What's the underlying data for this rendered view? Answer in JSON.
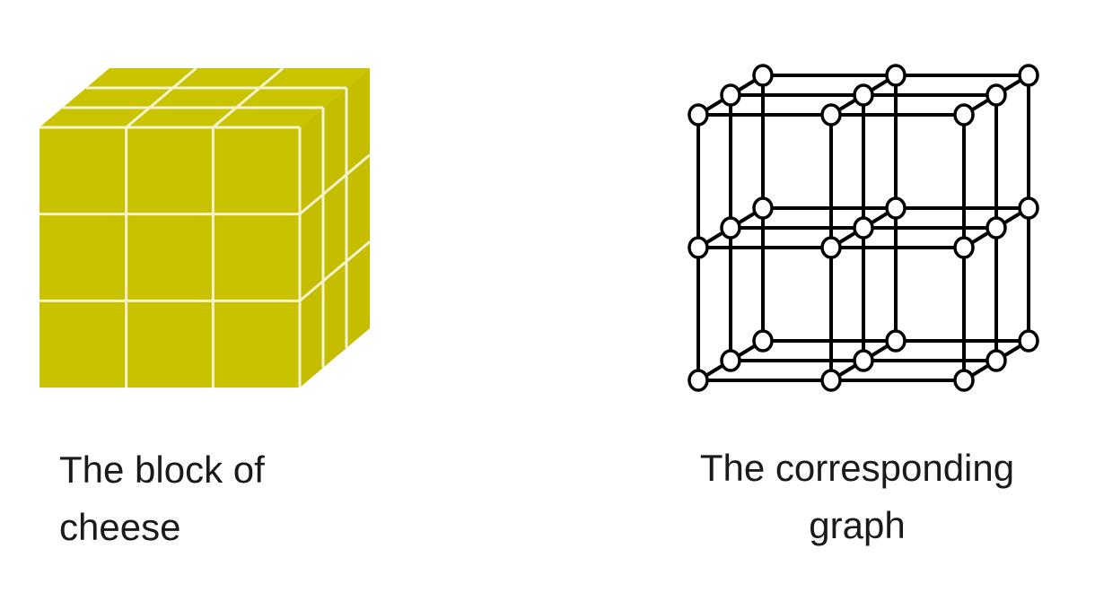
{
  "colors": {
    "cheese_front": "#c8c200",
    "cheese_top": "#c9c300",
    "cheese_side": "#c4bd00",
    "grid_line": "#f4f3d0",
    "graph_line": "#000000",
    "node_fill": "#ffffff",
    "caption_text": "#1a1a1a"
  },
  "cheese": {
    "grid": [
      3,
      3,
      3
    ],
    "caption_lines": [
      "The block of",
      "cheese"
    ]
  },
  "graph": {
    "grid": [
      3,
      3,
      3
    ],
    "caption_lines": [
      "The corresponding",
      "graph"
    ]
  }
}
